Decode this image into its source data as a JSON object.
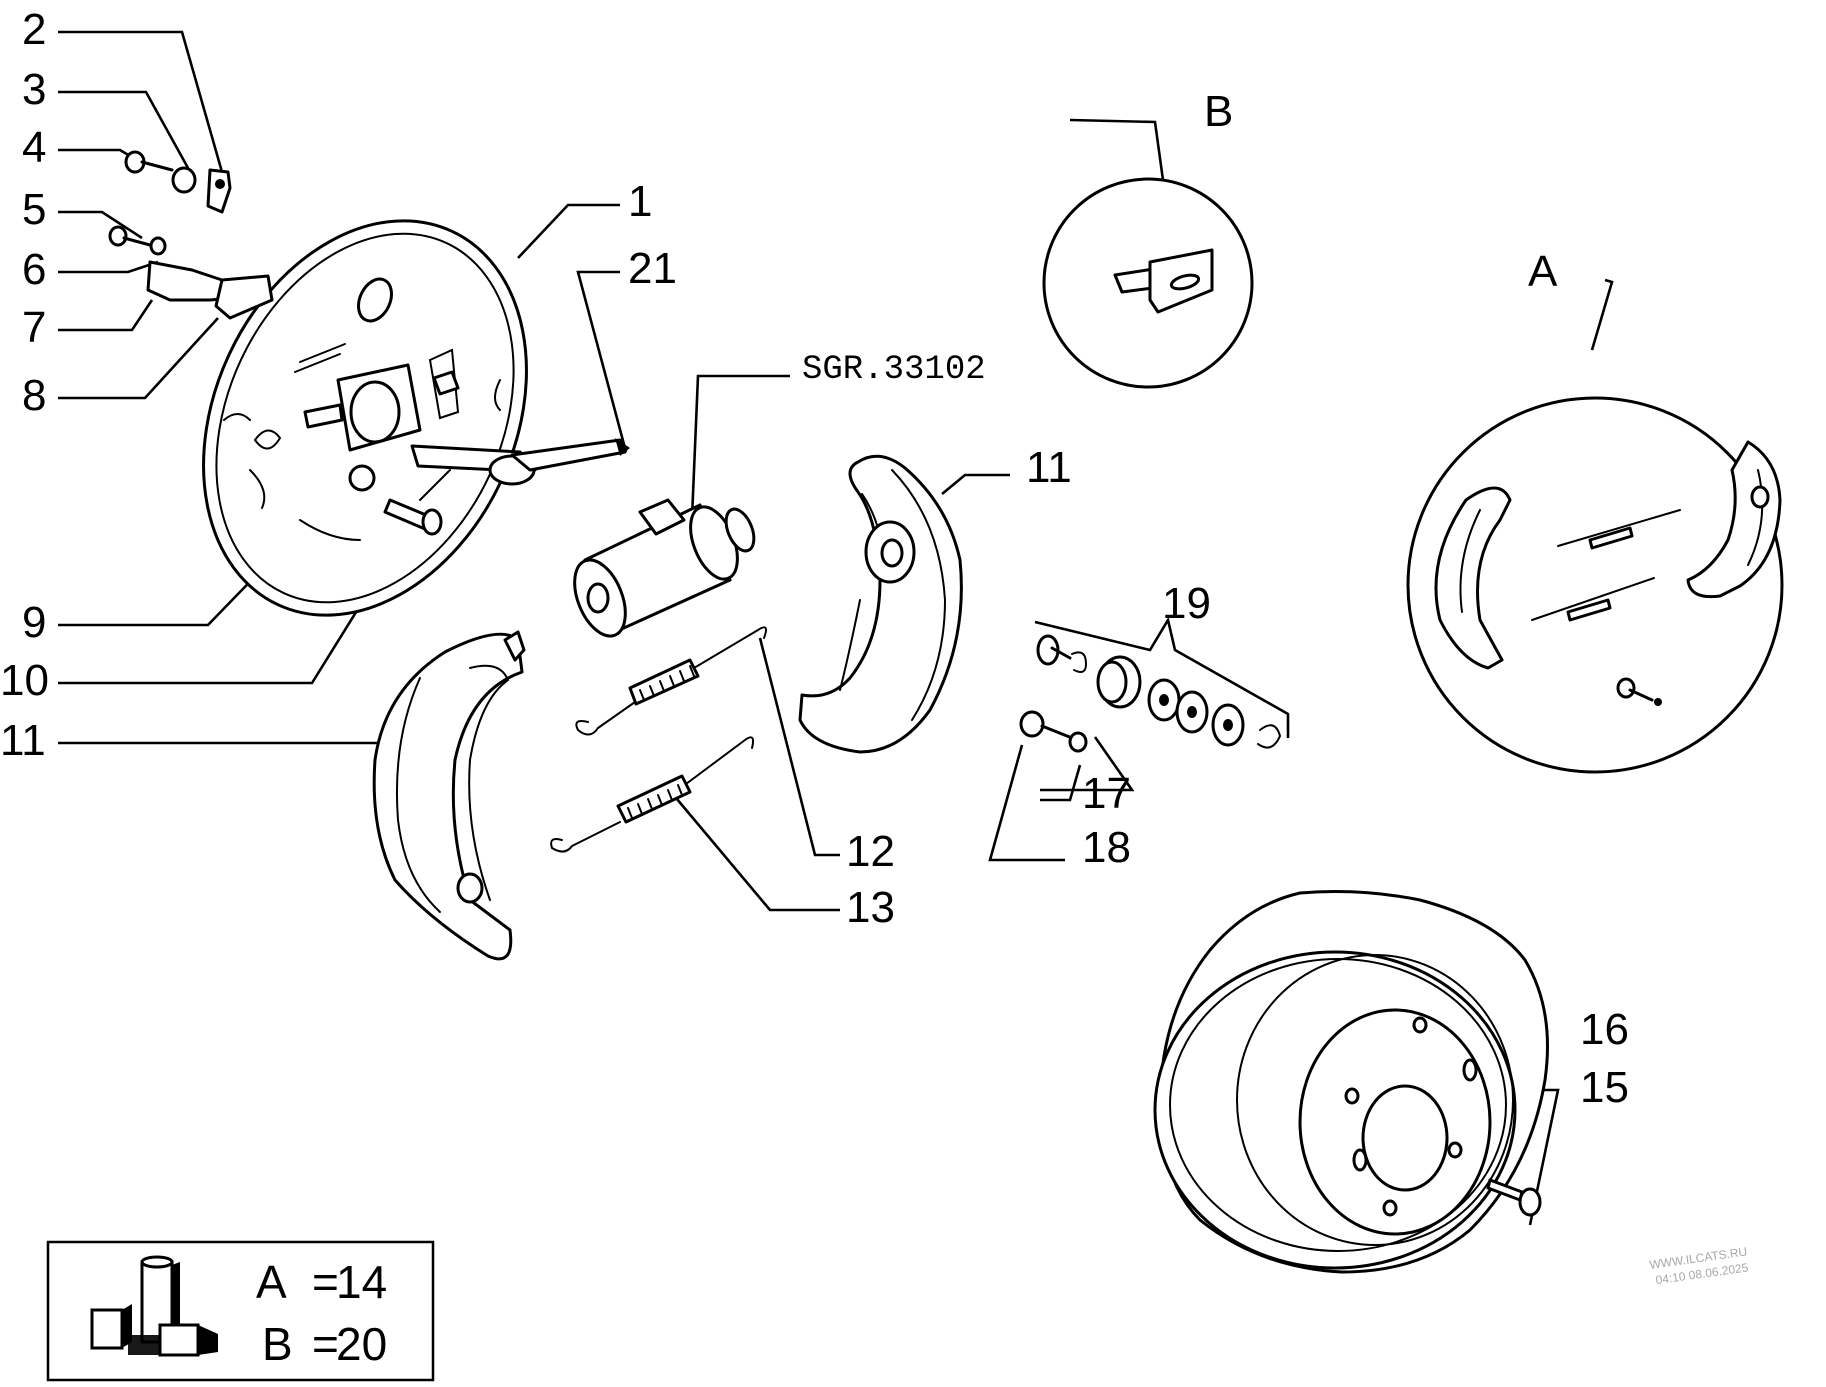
{
  "diagram": {
    "callouts": {
      "c1": "1",
      "c2": "2",
      "c3": "3",
      "c4": "4",
      "c5": "5",
      "c6": "6",
      "c7": "7",
      "c8": "8",
      "c9": "9",
      "c10": "10",
      "c11_left": "11",
      "c11_right": "11",
      "c12": "12",
      "c13": "13",
      "c15": "15",
      "c16": "16",
      "c17": "17",
      "c18": "18",
      "c19": "19",
      "c21": "21"
    },
    "drawing_code": "SGR.33102",
    "detail_labels": {
      "a": "A",
      "b": "B"
    },
    "legend": {
      "kits": [
        {
          "letter": "A",
          "sep": "=",
          "value": "14"
        },
        {
          "letter": "B",
          "sep": "=",
          "value": "20"
        }
      ],
      "product_icon": "fiat-parts-boxes-icon"
    },
    "watermark": {
      "site": "WWW.ILCATS.RU",
      "stamp": "04:10 08.06.2025"
    }
  }
}
